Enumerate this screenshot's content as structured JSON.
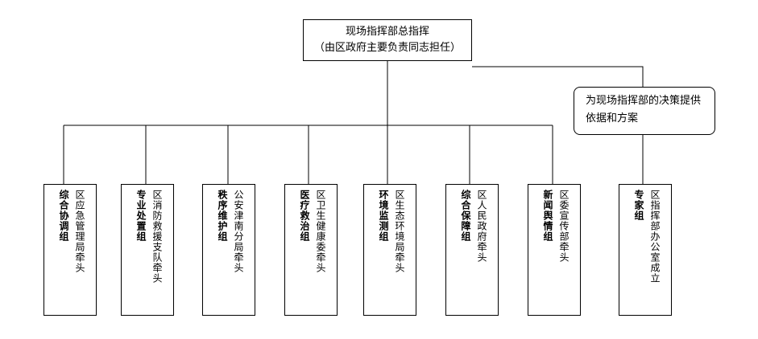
{
  "top": {
    "line1": "现场指挥部总指挥",
    "line2": "（由区政府主要负责同志担任）"
  },
  "expert_note": "为现场指挥部的决策提供依据和方案",
  "groups": [
    {
      "name": "综合协调组",
      "lead": "区应急管理局牵头"
    },
    {
      "name": "专业处置组",
      "lead": "区消防救援支队牵头"
    },
    {
      "name": "秩序维护组",
      "lead": "公安津南分局牵头"
    },
    {
      "name": "医疗救治组",
      "lead": "区卫生健康委牵头"
    },
    {
      "name": "环境监测组",
      "lead": "区生态环境局牵头"
    },
    {
      "name": "综合保障组",
      "lead": "区人民政府牵头"
    },
    {
      "name": "新闻舆情组",
      "lead": "区委宣传部牵头"
    },
    {
      "name": "专家组",
      "lead": "区指挥部办公室成立"
    }
  ]
}
